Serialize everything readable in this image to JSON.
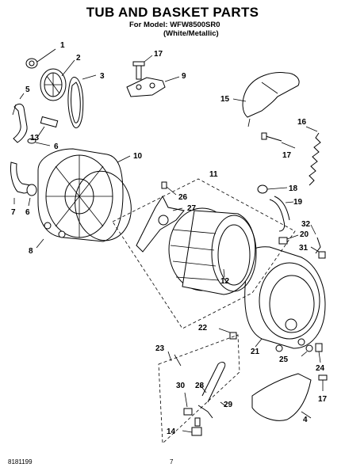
{
  "header": {
    "title": "TUB AND BASKET PARTS",
    "model_line": "For Model: WFW8500SR0",
    "color_line": "(White/Metallic)"
  },
  "footer": {
    "doc_number": "8181199",
    "page_number": "7"
  },
  "callouts": {
    "c1": "1",
    "c2": "2",
    "c3": "3",
    "c4": "4",
    "c5": "5",
    "c6a": "6",
    "c6b": "6",
    "c7": "7",
    "c8": "8",
    "c9": "9",
    "c10": "10",
    "c11": "11",
    "c12": "12",
    "c13": "13",
    "c14": "14",
    "c15": "15",
    "c16": "16",
    "c17a": "17",
    "c17b": "17",
    "c17c": "17",
    "c18": "18",
    "c19": "19",
    "c20": "20",
    "c21": "21",
    "c22": "22",
    "c23": "23",
    "c24": "24",
    "c25": "25",
    "c26": "26",
    "c27": "27",
    "c28": "28",
    "c29": "29",
    "c30": "30",
    "c31": "31",
    "c32": "32"
  }
}
